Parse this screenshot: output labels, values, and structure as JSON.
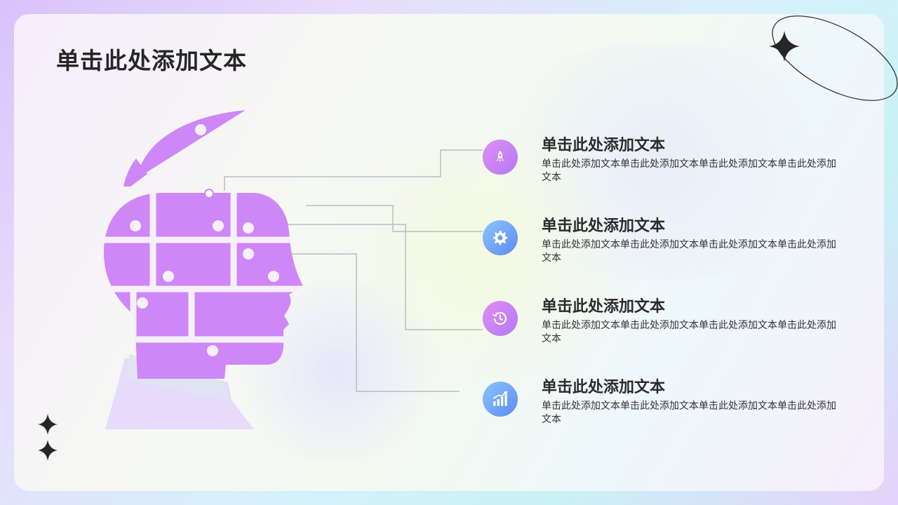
{
  "title": "单击此处添加文本",
  "items": [
    {
      "title": "单击此处添加文本",
      "body": "单击此处添加文本单击此处添加文本单击此处添加文本单击此处添加文本",
      "icon": "rocket-icon"
    },
    {
      "title": "单击此处添加文本",
      "body": "单击此处添加文本单击此处添加文本单击此处添加文本单击此处添加文本",
      "icon": "gear-icon"
    },
    {
      "title": "单击此处添加文本",
      "body": "单击此处添加文本单击此处添加文本单击此处添加文本单击此处添加文本",
      "icon": "history-clock-icon"
    },
    {
      "title": "单击此处添加文本",
      "body": "单击此处添加文本单击此处添加文本单击此处添加文本单击此处添加文本",
      "icon": "growth-chart-icon"
    }
  ],
  "colors": {
    "head": "#cf86f7",
    "icon_purple": "#cf86f7",
    "icon_blue": "#6f9ef6",
    "title": "#262626"
  }
}
